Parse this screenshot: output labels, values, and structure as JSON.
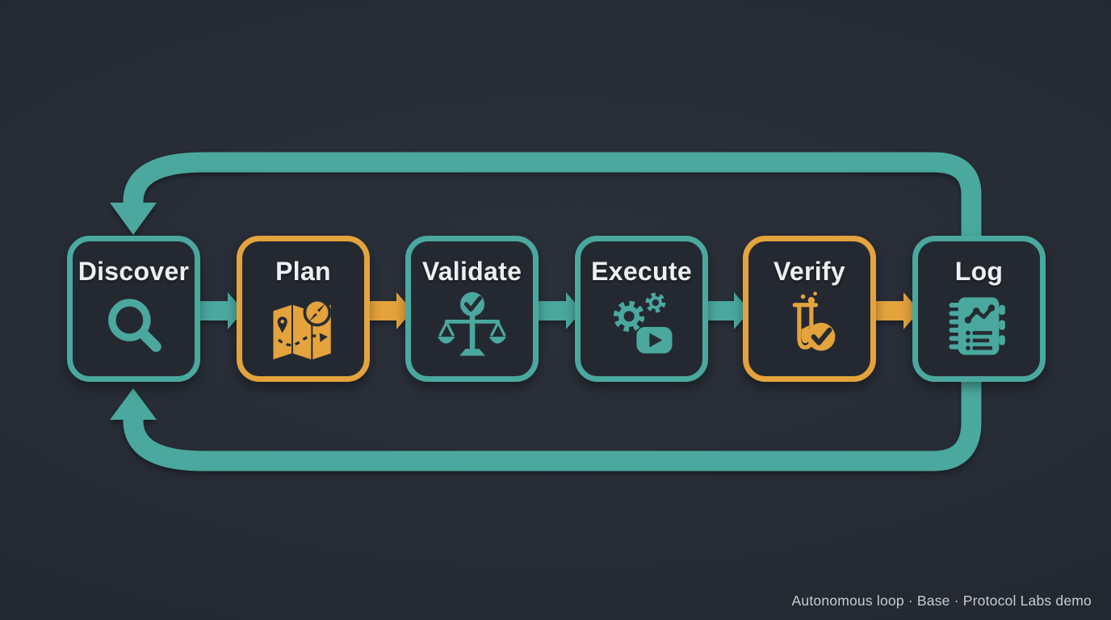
{
  "page": {
    "footer_caption": "Autonomous loop · Base · Protocol Labs demo"
  },
  "colors": {
    "teal": "#4AA89E",
    "orange": "#E4A33C",
    "background": "#262B33",
    "node_fill": "#242931",
    "node_title": "#EDEFF1",
    "footer_text": "#C7CCD2",
    "icon_detail": "#262B33"
  },
  "diagram": {
    "type": "flow-loop",
    "nodes": [
      {
        "id": "discover",
        "label": "Discover",
        "icon": "magnifier-icon",
        "accent": "teal"
      },
      {
        "id": "plan",
        "label": "Plan",
        "icon": "map-compass-icon",
        "accent": "orange"
      },
      {
        "id": "validate",
        "label": "Validate",
        "icon": "scales-check-icon",
        "accent": "teal"
      },
      {
        "id": "execute",
        "label": "Execute",
        "icon": "gears-play-icon",
        "accent": "teal"
      },
      {
        "id": "verify",
        "label": "Verify",
        "icon": "test-tube-check-icon",
        "accent": "orange"
      },
      {
        "id": "log",
        "label": "Log",
        "icon": "notebook-chart-icon",
        "accent": "teal"
      }
    ],
    "arrows": [
      {
        "from": "Discover",
        "to": "Plan",
        "color": "teal"
      },
      {
        "from": "Plan",
        "to": "Validate",
        "color": "orange"
      },
      {
        "from": "Validate",
        "to": "Execute",
        "color": "teal"
      },
      {
        "from": "Execute",
        "to": "Verify",
        "color": "teal"
      },
      {
        "from": "Verify",
        "to": "Log",
        "color": "orange"
      }
    ],
    "loops": [
      {
        "from": "Log",
        "to": "Discover",
        "via": "top",
        "color": "teal"
      },
      {
        "from": "Log",
        "to": "Discover",
        "via": "bottom",
        "color": "teal"
      }
    ]
  }
}
